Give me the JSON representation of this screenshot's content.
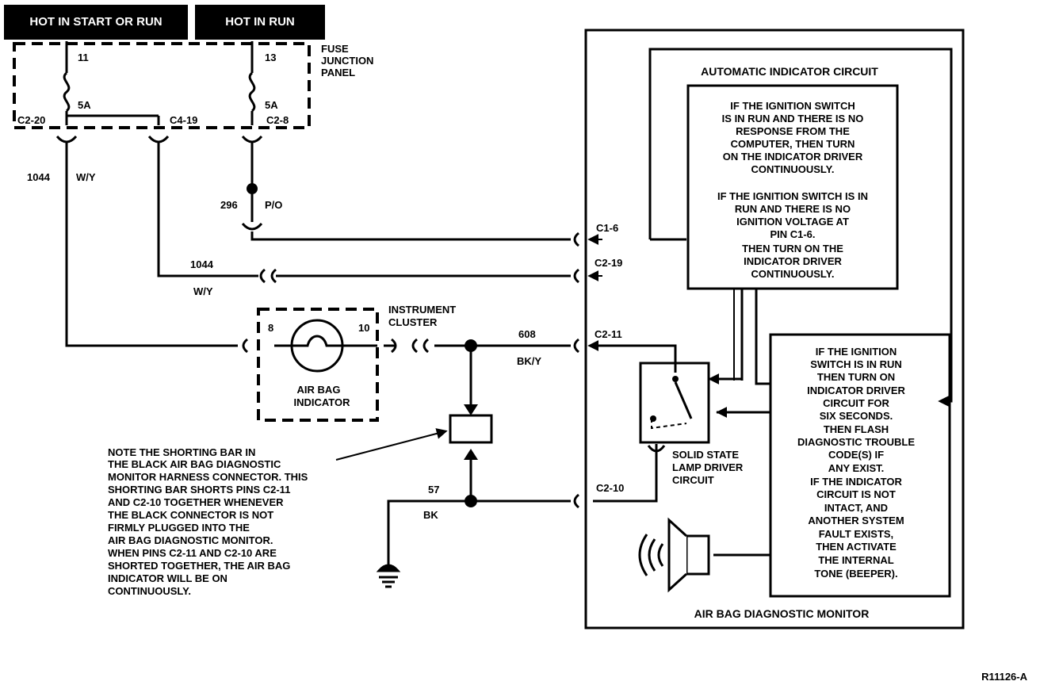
{
  "power": {
    "start_run": "HOT IN START OR RUN",
    "run": "HOT IN RUN"
  },
  "fuse_panel": {
    "label": [
      "FUSE",
      "JUNCTION",
      "PANEL"
    ],
    "fuse_a": {
      "num": "11",
      "amp": "5A"
    },
    "fuse_b": {
      "num": "13",
      "amp": "5A"
    },
    "pins": {
      "c2_20": "C2-20",
      "c4_19": "C4-19",
      "c2_8": "C2-8"
    }
  },
  "wires": {
    "w1044_left": {
      "num": "1044",
      "color": "W/Y"
    },
    "w296": {
      "num": "296",
      "color": "P/O"
    },
    "w1044_mid": {
      "num": "1044",
      "color": "W/Y"
    },
    "w608": {
      "num": "608",
      "color": "BK/Y"
    },
    "w57": {
      "num": "57",
      "color": "BK"
    }
  },
  "indicator": {
    "pin_left": "8",
    "pin_right": "10",
    "label": [
      "AIR BAG",
      "INDICATOR"
    ],
    "cluster": [
      "INSTRUMENT",
      "CLUSTER"
    ]
  },
  "note": [
    "NOTE THE SHORTING BAR IN",
    "THE BLACK AIR BAG DIAGNOSTIC",
    "MONITOR HARNESS CONNECTOR. THIS",
    "SHORTING BAR SHORTS PINS C2-11",
    "AND C2-10 TOGETHER WHENEVER",
    "THE BLACK CONNECTOR IS NOT",
    "FIRMLY PLUGGED INTO THE",
    "AIR BAG DIAGNOSTIC MONITOR.",
    "WHEN PINS C2-11 AND C2-10 ARE",
    "SHORTED TOGETHER, THE AIR BAG",
    "INDICATOR WILL BE ON",
    "CONTINUOUSLY."
  ],
  "monitor": {
    "title": "AIR BAG DIAGNOSTIC MONITOR",
    "auto_title": "AUTOMATIC INDICATOR CIRCUIT",
    "pins": {
      "c1_6": "C1-6",
      "c2_19": "C2-19",
      "c2_11": "C2-11",
      "c2_10": "C2-10"
    },
    "box1": [
      "IF THE IGNITION SWITCH",
      "IS IN RUN AND THERE IS NO",
      "RESPONSE FROM THE",
      "COMPUTER, THEN TURN",
      "ON THE INDICATOR DRIVER",
      "CONTINUOUSLY.",
      "",
      "IF THE IGNITION SWITCH IS IN",
      "RUN AND THERE IS NO",
      "IGNITION VOLTAGE AT",
      "PIN C1-6.",
      "THEN TURN ON THE",
      "INDICATOR DRIVER",
      "CONTINUOUSLY."
    ],
    "box2": [
      "IF THE IGNITION",
      "SWITCH IS IN RUN",
      "THEN TURN ON",
      "INDICATOR DRIVER",
      "CIRCUIT FOR",
      "SIX SECONDS.",
      "THEN FLASH",
      "DIAGNOSTIC TROUBLE",
      "CODE(S) IF",
      "ANY EXIST.",
      "IF THE INDICATOR",
      "CIRCUIT IS NOT",
      "INTACT, AND",
      "ANOTHER SYSTEM",
      "FAULT EXISTS,",
      "THEN ACTIVATE",
      "THE INTERNAL",
      "TONE (BEEPER)."
    ],
    "lamp_driver": [
      "SOLID STATE",
      "LAMP DRIVER",
      "CIRCUIT"
    ]
  },
  "ref_code": "R11126-A"
}
